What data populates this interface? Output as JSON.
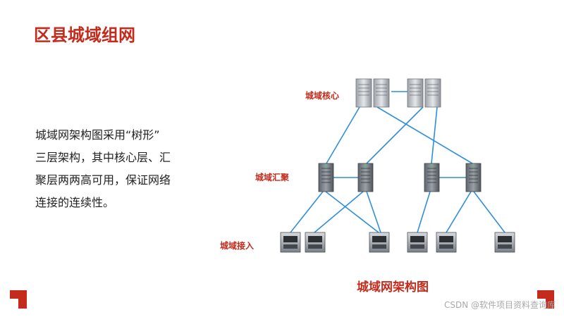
{
  "slide": {
    "title": "区县城域组网",
    "description_lines": [
      "城域网架构图采用“树形”",
      "三层架构，其中核心层、汇",
      "聚层两两高可用，保证网络",
      "连接的连续性。"
    ]
  },
  "diagram": {
    "tiers": {
      "core": "城域核心",
      "aggregation": "城域汇聚",
      "access": "城域接入"
    },
    "caption": "城域网架构图",
    "link_color": "#2f8fd9"
  },
  "watermark": "CSDN @软件项目资料查询库",
  "colors": {
    "accent": "#c42b1c"
  }
}
